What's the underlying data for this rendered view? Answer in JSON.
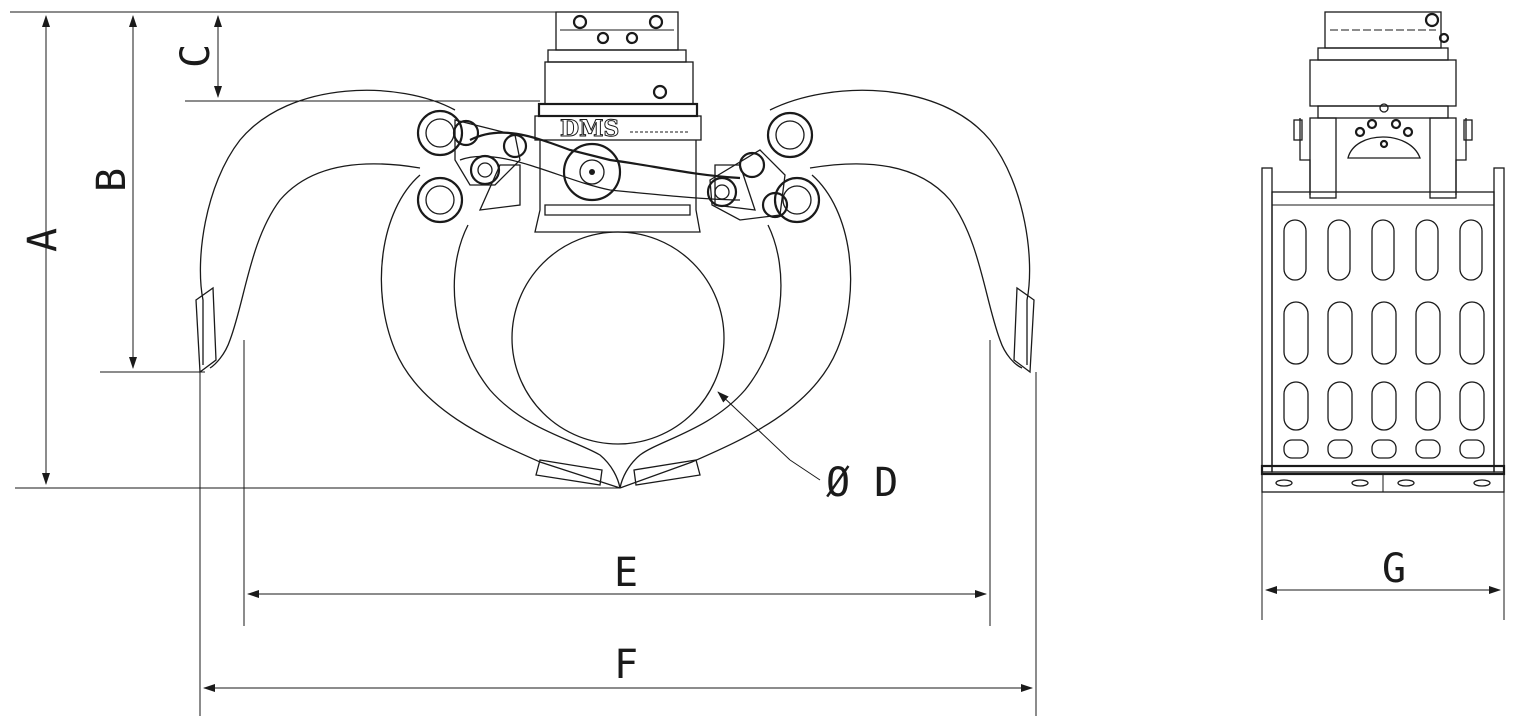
{
  "diagram": {
    "front_view": {
      "dimensions": {
        "A": "A",
        "B": "B",
        "C": "C",
        "D": "Ø D",
        "E": "E",
        "F": "F"
      },
      "rotator_logo": "DMS"
    },
    "side_view": {
      "dimensions": {
        "G": "G"
      }
    },
    "colors": {
      "line": "#1a1a1a",
      "background": "#ffffff"
    }
  }
}
